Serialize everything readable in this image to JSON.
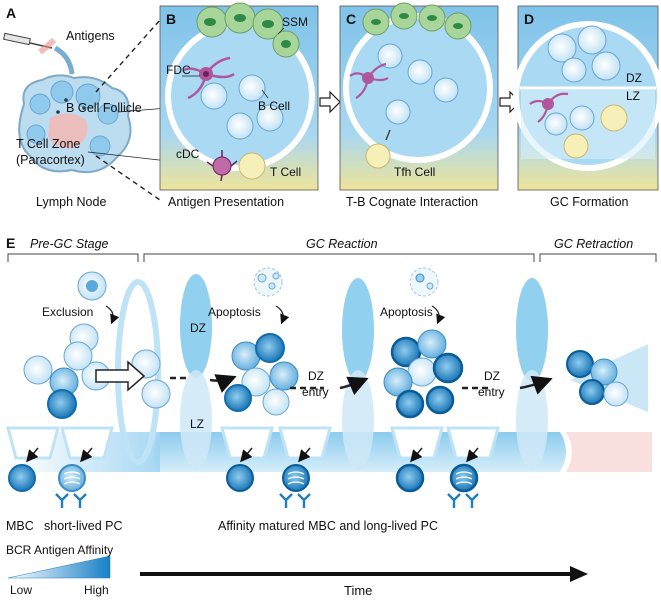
{
  "panels": {
    "A": "A",
    "B": "B",
    "C": "C",
    "D": "D",
    "E": "E"
  },
  "panel_a": {
    "antigens": "Antigens",
    "b_cell_follicle": "B Cell Follicle",
    "t_cell_zone": "T Cell Zone",
    "paracortex": "(Paracortex)",
    "caption": "Lymph Node"
  },
  "panel_b": {
    "ssm": "SSM",
    "fdc": "FDC",
    "b_cell": "B Cell",
    "cdc": "cDC",
    "t_cell": "T Cell",
    "caption": "Antigen Presentation"
  },
  "panel_c": {
    "tfh_cell": "Tfh Cell",
    "caption": "T-B Cognate Interaction"
  },
  "panel_d": {
    "dz": "DZ",
    "lz": "LZ",
    "caption": "GC Formation"
  },
  "panel_e": {
    "pre_gc_stage": "Pre-GC Stage",
    "gc_reaction": "GC Reaction",
    "gc_retraction": "GC Retraction",
    "exclusion": "Exclusion",
    "apoptosis_1": "Apoptosis",
    "apoptosis_2": "Apoptosis",
    "dz": "DZ",
    "lz": "LZ",
    "dz_entry_1_line1": "DZ",
    "dz_entry_1_line2": "entry",
    "dz_entry_2_line1": "DZ",
    "dz_entry_2_line2": "entry",
    "mbc": "MBC",
    "short_lived_pc": "short-lived PC",
    "affinity_matured": "Affinity matured MBC and long-lived PC",
    "bcr_affinity": "BCR Antigen Affinity",
    "low": "Low",
    "high": "High",
    "time": "Time"
  },
  "colors": {
    "follicle_blue": "#7ec8ec",
    "cell_light": "#cfe8f7",
    "cell_mid": "#6fb4de",
    "cell_dark": "#1f7fc0",
    "fdc_magenta": "#b0569b",
    "ssm_green": "#a8d59a",
    "t_cell_yellow": "#f6efb8",
    "paracortex_pink": "#f3b7b4",
    "tube_blue": "#bfe3f6"
  }
}
